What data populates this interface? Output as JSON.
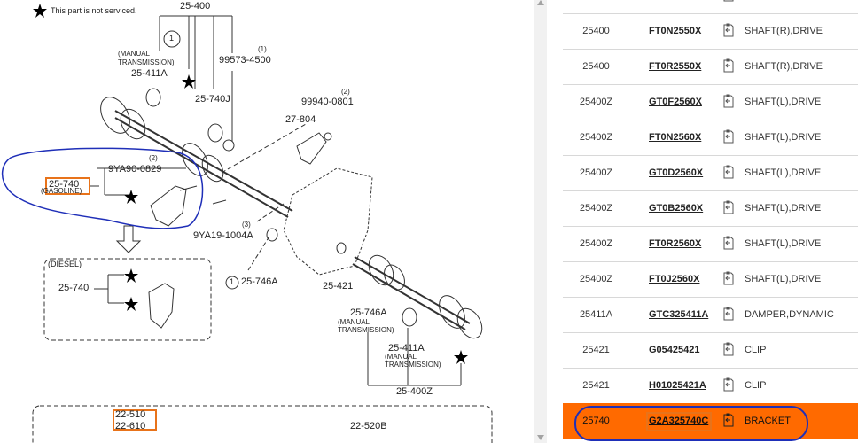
{
  "diagram": {
    "note": "This part is not serviced.",
    "labels": {
      "l25400": "25-400",
      "c1": "1",
      "manual1": "(MANUAL",
      "trans1": "TRANSMISSION)",
      "l25411a": "25-411A",
      "q1": "(1)",
      "l99573": "99573-4500",
      "l25740j": "25-740J",
      "q2a": "(2)",
      "l99940": "99940-0801",
      "l27804": "27-804",
      "q2b": "(2)",
      "l9ya90": "9YA90-0829",
      "l25740": "25-740",
      "gasoline": "(GASOLINE)",
      "q3": "(3)",
      "l9ya19": "9YA19-1004A",
      "diesel": "(DIESEL)",
      "l25740d": "25-740",
      "c1b": "1",
      "l25746a": "25-746A",
      "l25421": "25-421",
      "l25746a2": "25-746A",
      "manual2": "(MANUAL",
      "trans2": "TRANSMISSION)",
      "l25411a2": "25-411A",
      "manual3": "(MANUAL",
      "trans3": "TRANSMISSION)",
      "l25400z": "25-400Z",
      "l22510": "22-510",
      "l22610": "22-610",
      "l22520b": "22-520B"
    }
  },
  "parts": [
    {
      "code": "25400",
      "pn": "FT0N2550X",
      "name": "SHAFT(R),DRIVE"
    },
    {
      "code": "25400",
      "pn": "FT0R2550X",
      "name": "SHAFT(R),DRIVE"
    },
    {
      "code": "25400Z",
      "pn": "GT0F2560X",
      "name": "SHAFT(L),DRIVE"
    },
    {
      "code": "25400Z",
      "pn": "FT0N2560X",
      "name": "SHAFT(L),DRIVE"
    },
    {
      "code": "25400Z",
      "pn": "GT0D2560X",
      "name": "SHAFT(L),DRIVE"
    },
    {
      "code": "25400Z",
      "pn": "GT0B2560X",
      "name": "SHAFT(L),DRIVE"
    },
    {
      "code": "25400Z",
      "pn": "FT0R2560X",
      "name": "SHAFT(L),DRIVE"
    },
    {
      "code": "25400Z",
      "pn": "FT0J2560X",
      "name": "SHAFT(L),DRIVE"
    },
    {
      "code": "25411A",
      "pn": "GTC325411A",
      "name": "DAMPER,DYNAMIC"
    },
    {
      "code": "25421",
      "pn": "G05425421",
      "name": "CLIP"
    },
    {
      "code": "25421",
      "pn": "H01025421A",
      "name": "CLIP"
    },
    {
      "code": "25740",
      "pn": "G2A325740C",
      "name": "BRACKET"
    }
  ],
  "colors": {
    "highlight": "#ff6a00",
    "annotation_circle": "#1f2fb8",
    "annotation_box": "#e8731a"
  }
}
